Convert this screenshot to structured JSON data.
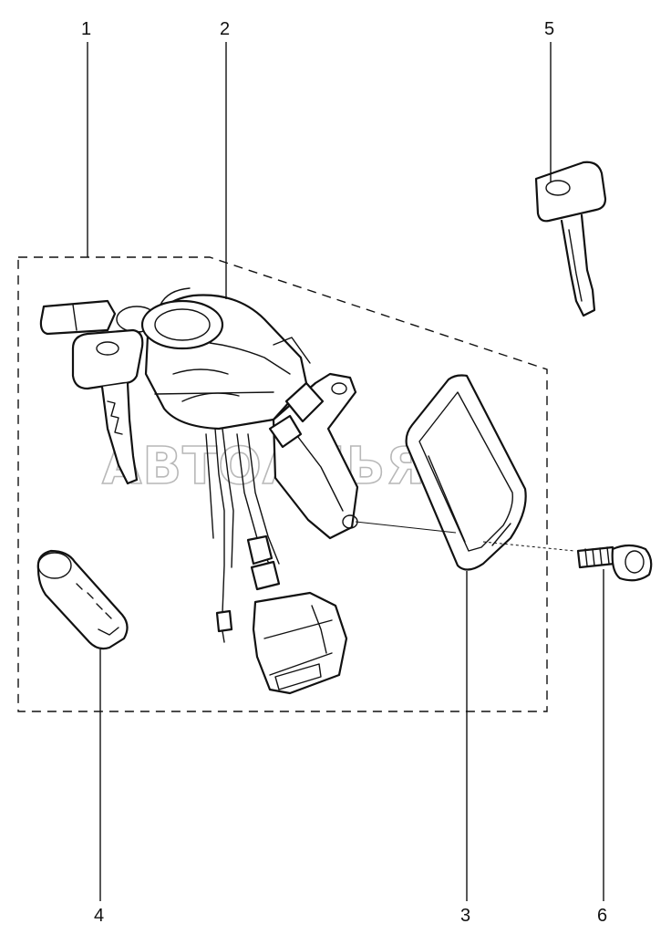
{
  "callouts": [
    {
      "id": "1",
      "label": "1"
    },
    {
      "id": "2",
      "label": "2"
    },
    {
      "id": "3",
      "label": "3"
    },
    {
      "id": "4",
      "label": "4"
    },
    {
      "id": "5",
      "label": "5"
    },
    {
      "id": "6",
      "label": "6"
    }
  ],
  "watermark": "АВТОАЛЬЯНС"
}
